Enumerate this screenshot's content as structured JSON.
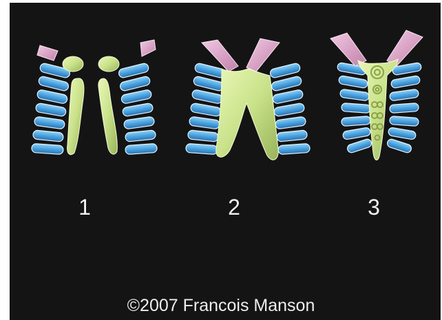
{
  "stages": [
    {
      "label": "1"
    },
    {
      "label": "2"
    },
    {
      "label": "3"
    }
  ],
  "credit": "©2007 Francois Manson",
  "colors": {
    "background": "#141414",
    "rib": "#4aa3df",
    "cartilage": "#d9a2c8",
    "sternum": "#c9e28a"
  }
}
